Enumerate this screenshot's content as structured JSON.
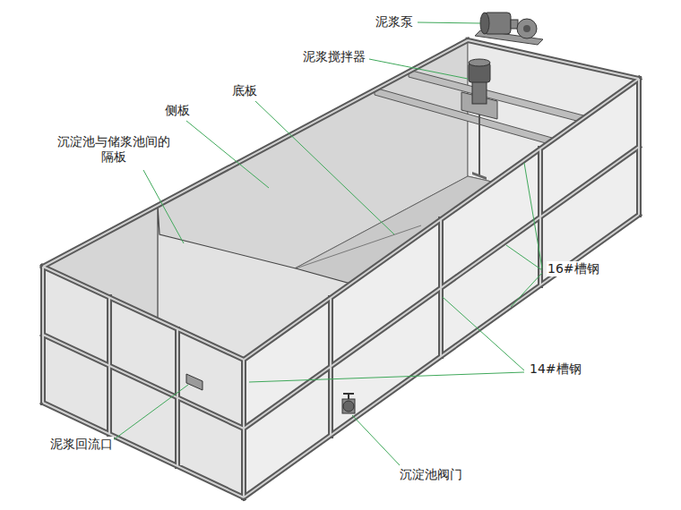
{
  "diagram": {
    "labels": [
      "泥浆泵",
      "泥浆搅拌器",
      "底板",
      "侧板",
      "沉淀池与储浆池间的 隔板",
      "16#槽钢",
      "14#槽钢",
      "泥浆回流口",
      "沉淀池阀门"
    ]
  }
}
